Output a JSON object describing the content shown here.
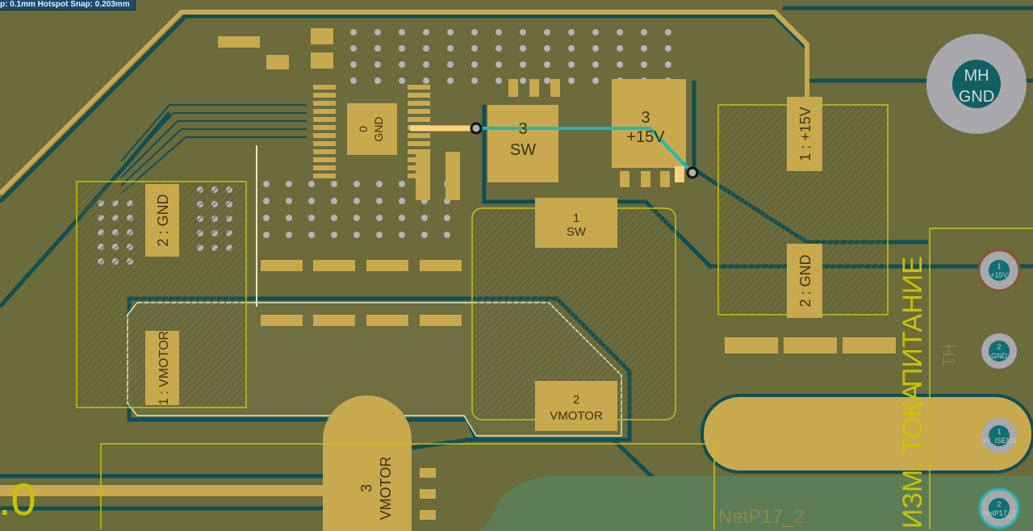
{
  "status_bar": {
    "text": "p: 0.1mm Hotspot Snap: 0.203mm"
  },
  "colors": {
    "board": "#6b6b3c",
    "copper": "#c9a94e",
    "clearance": "#0f4f55",
    "selected_trace": "#1fb8b8",
    "silkscreen": "#c9c400",
    "highlight": "#ffd27a"
  },
  "pads": {
    "u_gnd": {
      "num": "0",
      "net": "GND"
    },
    "q_sw": {
      "num": "3",
      "net": "SW"
    },
    "q_15v": {
      "num": "3",
      "net": "+15V"
    },
    "l_sw": {
      "num": "1",
      "net": "SW"
    },
    "l_vmotor": {
      "num": "2",
      "net": "VMOTOR"
    },
    "c_gnd": {
      "label": "2 : GND"
    },
    "c_vmotor": {
      "label": "1 : VMOTOR"
    },
    "c2_15v": {
      "label": "1 : +15V"
    },
    "c2_gnd": {
      "label": "2 : GND"
    },
    "j_vmotor": {
      "num": "3",
      "net": "VMOTOR"
    },
    "mh": {
      "line1": "MH",
      "line2": "GND"
    },
    "conn1": {
      "num": "1",
      "net": "+15V"
    },
    "conn2": {
      "num": "2",
      "net": "GND"
    },
    "conn3": {
      "num": "1",
      "net": "5V_ISENS"
    },
    "conn4": {
      "num": "2",
      "net": "NetP17_2"
    }
  },
  "silkscreen": {
    "power_label": "ПИТАНИЕ",
    "current_label": "ИЗМ. ТОКА",
    "designator": "H1",
    "net_label": "NetP17_2",
    "partial_text": ".0"
  }
}
